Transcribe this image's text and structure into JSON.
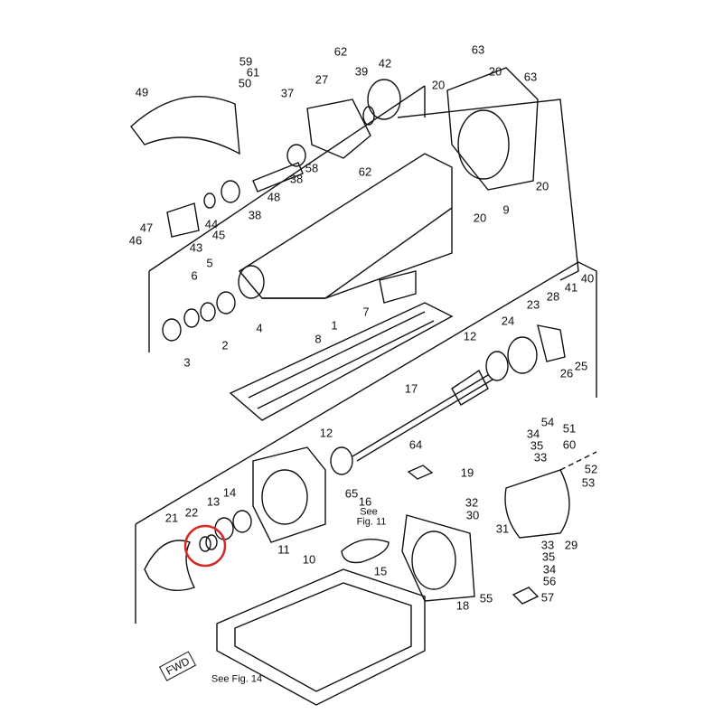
{
  "diagram": {
    "labels": [
      "59",
      "61",
      "50",
      "49",
      "62",
      "27",
      "39",
      "42",
      "37",
      "63",
      "20",
      "63",
      "20",
      "20",
      "38",
      "58",
      "62",
      "48",
      "44",
      "38",
      "45",
      "43",
      "47",
      "46",
      "20",
      "9",
      "5",
      "6",
      "1",
      "7",
      "40",
      "41",
      "28",
      "23",
      "24",
      "12",
      "26",
      "25",
      "4",
      "2",
      "3",
      "8",
      "17",
      "12",
      "54",
      "51",
      "34",
      "35",
      "60",
      "33",
      "52",
      "53",
      "64",
      "19",
      "32",
      "30",
      "31",
      "29",
      "33",
      "35",
      "34",
      "56",
      "57",
      "55",
      "18",
      "13",
      "14",
      "22",
      "21",
      "65",
      "16",
      "11",
      "10",
      "15"
    ],
    "see_note": [
      "See",
      "Fig. 11"
    ],
    "bottom_note": "See Fig. 14",
    "fwd": "FWD",
    "highlight_color": "#d42a2a"
  }
}
